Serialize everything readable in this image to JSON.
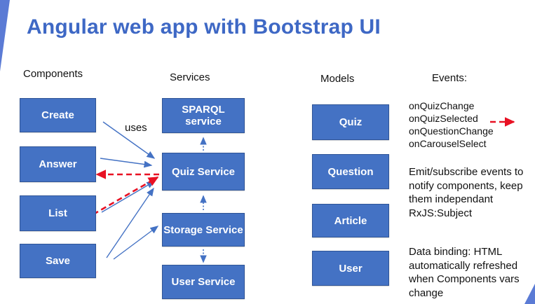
{
  "title": "Angular web app with Bootstrap UI",
  "columns": {
    "components": {
      "header": "Components",
      "boxes": [
        "Create",
        "Answer",
        "List",
        "Save"
      ]
    },
    "services": {
      "header": "Services",
      "boxes": [
        "SPARQL service",
        "Quiz Service",
        "Storage Service",
        "User Service"
      ]
    },
    "models": {
      "header": "Models",
      "boxes": [
        "Quiz",
        "Question",
        "Article",
        "User"
      ]
    }
  },
  "events": {
    "header": "Events:",
    "items": [
      "onQuizChange",
      "onQuizSelected",
      "onQuestionChange",
      "onCarouselSelect"
    ]
  },
  "labels": {
    "uses": "uses"
  },
  "notes": {
    "subscribe": "Emit/subscribe events to\nnotify components, keep\nthem independant\nRxJS:Subject",
    "data_binding": "Data binding: HTML\nautomatically refreshed\nwhen Components vars\nchange"
  },
  "colors": {
    "accent_blue": "#4472C4",
    "box_border": "#2F5496",
    "title_blue": "#3E68C5",
    "arrow_red": "#E81123",
    "wedge_blue": "#5B7BD5",
    "text_dark": "#111111",
    "box_text": "#FFFFFF"
  }
}
